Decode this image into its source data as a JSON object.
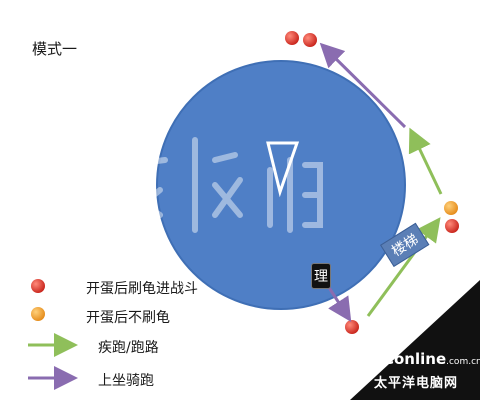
{
  "title": "模式一",
  "legend": {
    "red_dot": "开蛋后刷龟进战斗",
    "orange_dot": "开蛋后不刷龟",
    "green_arrow": "疾跑/跑路",
    "purple_arrow": "上坐骑跑"
  },
  "labels": {
    "badge": "理",
    "stairs": "楼梯"
  },
  "watermark": {
    "brand": "PConline",
    "domain": ".com.cn",
    "subtitle": "太平洋电脑网"
  },
  "colors": {
    "circle": "#4f7fc6",
    "red_dot": "#d33a2c",
    "orange_dot": "#f2a33a",
    "green": "#8fbf5a",
    "purple": "#8a6cb0"
  }
}
